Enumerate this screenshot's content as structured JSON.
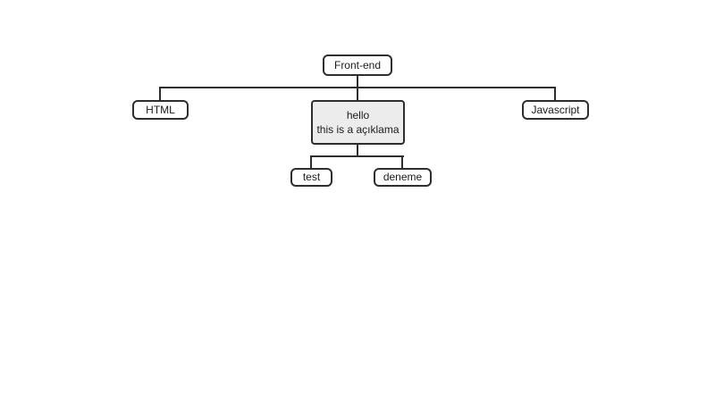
{
  "colors": {
    "background": "#ffffff",
    "line": "#2e2e2e",
    "node_border": "#2e2e2e",
    "node_fill": "#ffffff",
    "selected_node_fill": "#ececec",
    "text": "#1c1c1c"
  },
  "diagram": {
    "type": "tree",
    "root": {
      "label": "Front-end",
      "children": [
        {
          "label": "HTML",
          "children": []
        },
        {
          "label": "hello",
          "description": "this is a açıklama",
          "selected": true,
          "children": [
            {
              "label": "test",
              "children": []
            },
            {
              "label": "deneme",
              "children": []
            }
          ]
        },
        {
          "label": "Javascript",
          "children": []
        }
      ]
    }
  }
}
